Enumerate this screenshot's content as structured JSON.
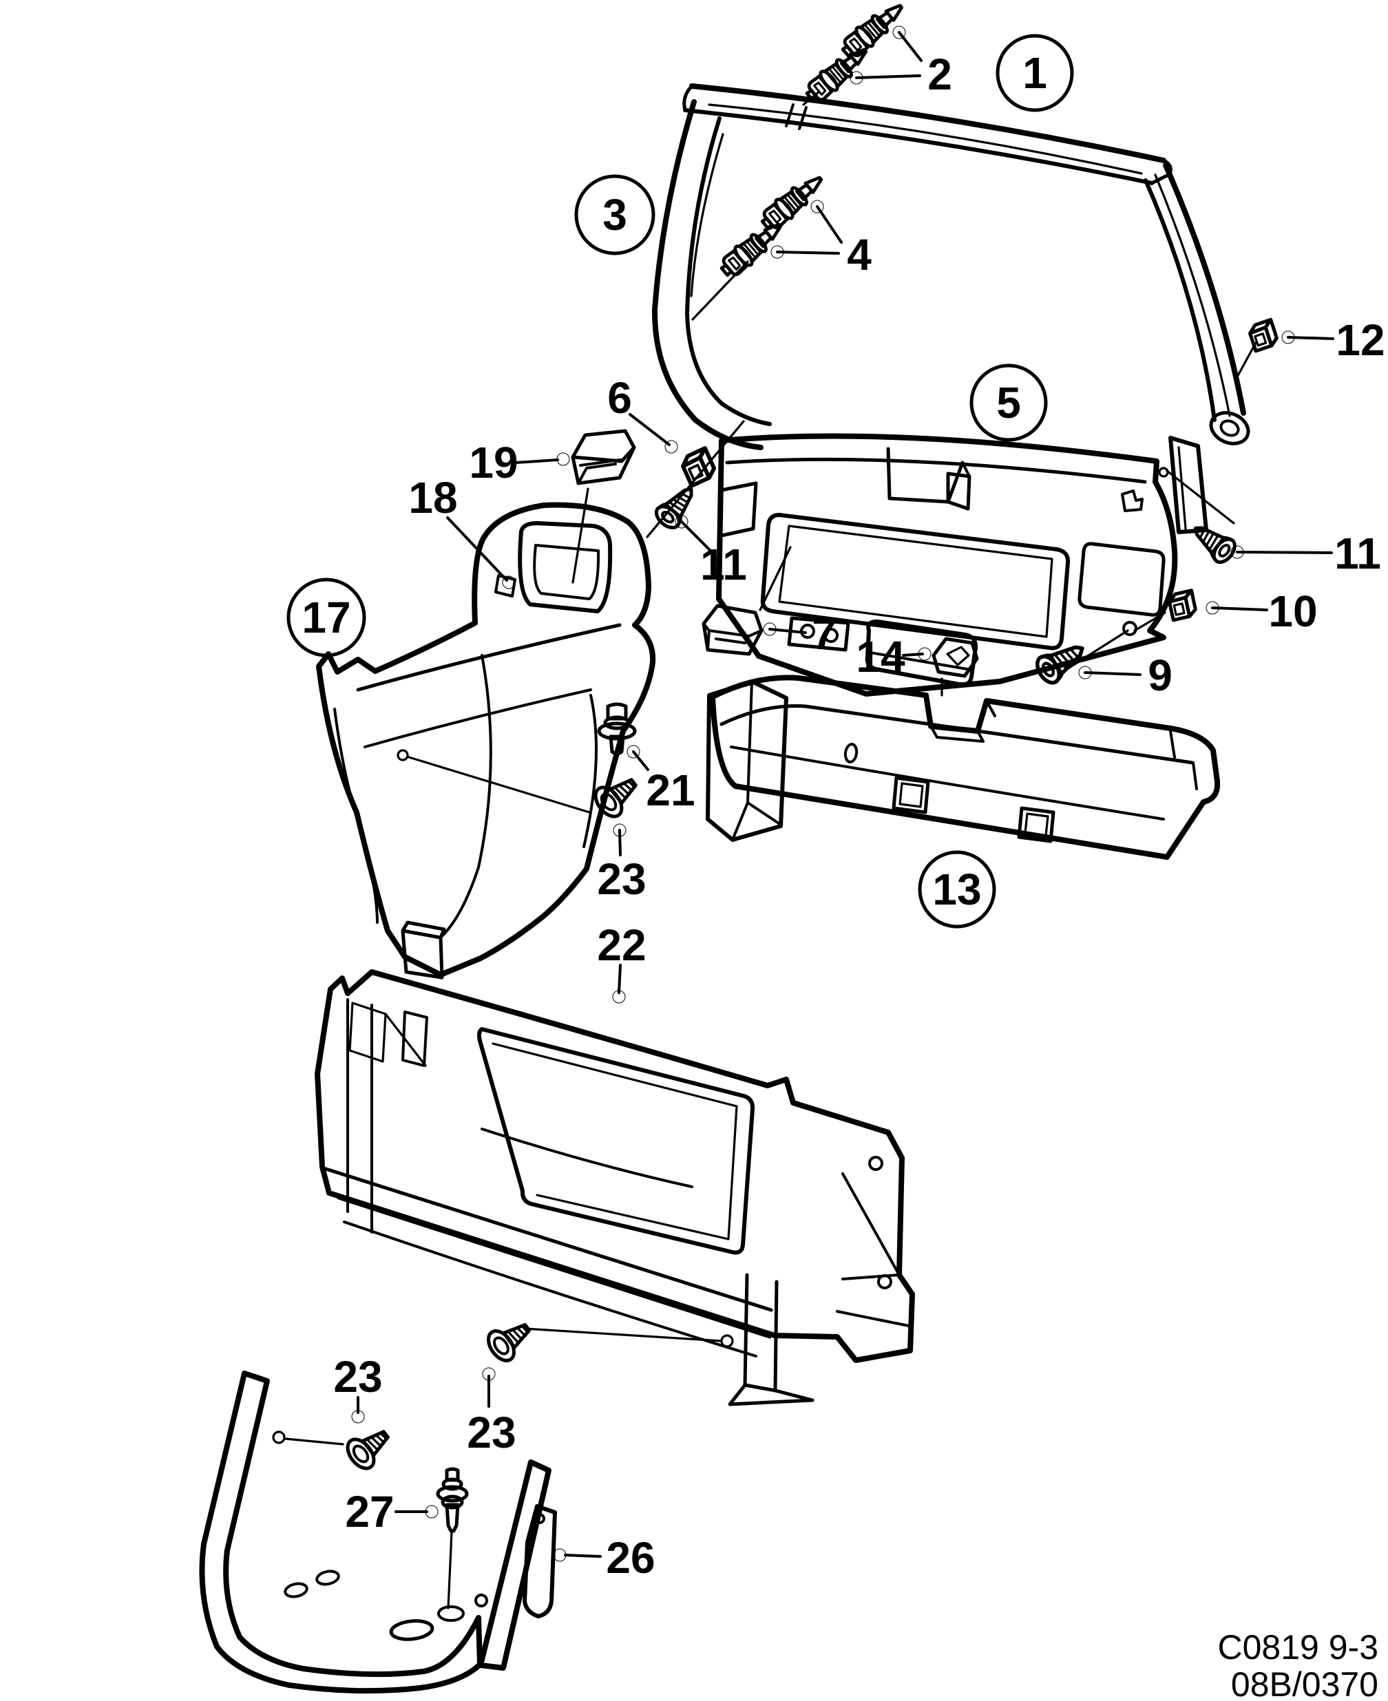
{
  "figure": {
    "type": "exploded-parts-line-diagram",
    "subject": "Tailgate and luggage compartment trim panels with fasteners",
    "line_color": "#000000",
    "background_color": "#ffffff"
  },
  "callouts": [
    {
      "label": "1",
      "circled": true,
      "position": "window-frame-top-moulding"
    },
    {
      "label": "2",
      "circled": false,
      "position": "push-pin-clips-top"
    },
    {
      "label": "3",
      "circled": true,
      "position": "window-frame-side-moulding"
    },
    {
      "label": "4",
      "circled": false,
      "position": "push-pin-clips-side"
    },
    {
      "label": "12",
      "circled": false,
      "position": "clip-nut-right-upper"
    },
    {
      "label": "5",
      "circled": true,
      "position": "tailgate-inner-panel"
    },
    {
      "label": "6",
      "circled": false,
      "position": "clip-nut-left"
    },
    {
      "label": "19",
      "circled": false,
      "position": "box-clip-upper"
    },
    {
      "label": "18",
      "circled": false,
      "position": "side-panel-tab"
    },
    {
      "label": "11",
      "circled": false,
      "position": "screw-left"
    },
    {
      "label": "11",
      "circled": false,
      "position": "screw-right"
    },
    {
      "label": "10",
      "circled": false,
      "position": "clip-nut-lower-right"
    },
    {
      "label": "17",
      "circled": true,
      "position": "quarter-trim-panel"
    },
    {
      "label": "7",
      "circled": false,
      "position": "box-clip-center"
    },
    {
      "label": "14",
      "circled": false,
      "position": "clip-sill"
    },
    {
      "label": "9",
      "circled": false,
      "position": "screw-lower-right"
    },
    {
      "label": "21",
      "circled": false,
      "position": "stud-fastener"
    },
    {
      "label": "13",
      "circled": true,
      "position": "sill-trim-panel"
    },
    {
      "label": "23",
      "circled": false,
      "position": "screw-under-quarter-panel"
    },
    {
      "label": "22",
      "circled": false,
      "position": "back-trim-panel"
    },
    {
      "label": "23",
      "circled": false,
      "position": "screw-bracket-left"
    },
    {
      "label": "23",
      "circled": false,
      "position": "screw-back-panel"
    },
    {
      "label": "27",
      "circled": false,
      "position": "push-pin-bracket"
    },
    {
      "label": "26",
      "circled": false,
      "position": "support-bracket"
    }
  ],
  "reference": {
    "drawing_code": "C0819 9-3",
    "sheet_code": "08B/0370"
  }
}
